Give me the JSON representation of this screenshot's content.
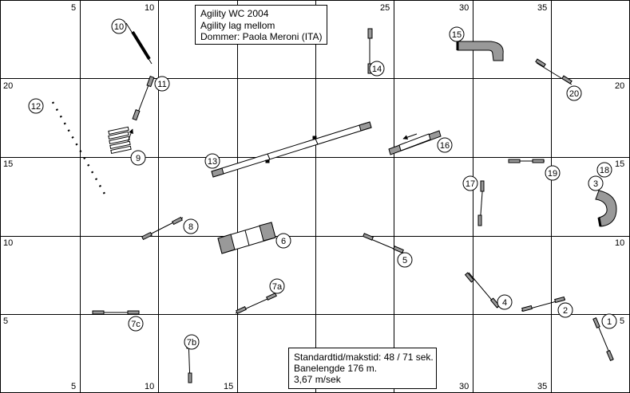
{
  "title_box": {
    "line1": "Agility WC 2004",
    "line2": "Agility lag mellom",
    "line3": "Dommer: Paola Meroni (ITA)"
  },
  "info_box": {
    "line1": "Standardtid/makstid: 48 / 71 sek.",
    "line2": "Banelengde 176 m.",
    "line3": "3,67 m/sek"
  },
  "grid_labels": {
    "top": [
      "5",
      "10",
      "25",
      "30",
      "35"
    ],
    "bottom": [
      "5",
      "10",
      "15",
      "30",
      "35"
    ],
    "left": [
      "20",
      "15",
      "10",
      "5"
    ],
    "right": [
      "20",
      "15",
      "10",
      "5"
    ]
  },
  "obstacles": {
    "n1": "1",
    "n2": "2",
    "n3": "3",
    "n4": "4",
    "n5": "5",
    "n6": "6",
    "n7a": "7a",
    "n7b": "7b",
    "n7c": "7c",
    "n8": "8",
    "n9": "9",
    "n10": "10",
    "n11": "11",
    "n12": "12",
    "n13": "13",
    "n14": "14",
    "n15": "15",
    "n16": "16",
    "n17": "17",
    "n18": "18",
    "n19": "19",
    "n20": "20"
  },
  "colors": {
    "grid": "#000000",
    "equipment": "#999999",
    "tunnel": "#999999"
  }
}
